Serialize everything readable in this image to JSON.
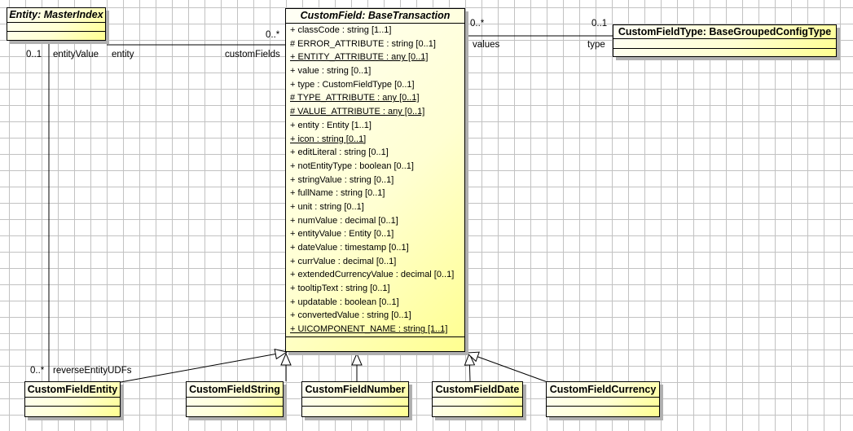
{
  "classes": {
    "entity": {
      "title": "Entity: MasterIndex"
    },
    "custom_field": {
      "title": "CustomField: BaseTransaction",
      "attributes": [
        {
          "text": "+ classCode : string [1..1]",
          "static": false
        },
        {
          "text": "# ERROR_ATTRIBUTE : string [0..1]",
          "static": false
        },
        {
          "text": "+ ENTITY_ATTRIBUTE : any [0..1]",
          "static": true
        },
        {
          "text": "+ value : string [0..1]",
          "static": false
        },
        {
          "text": "+ type : CustomFieldType [0..1]",
          "static": false
        },
        {
          "text": "# TYPE_ATTRIBUTE : any [0..1]",
          "static": true
        },
        {
          "text": "# VALUE_ATTRIBUTE : any [0..1]",
          "static": true
        },
        {
          "text": "+ entity : Entity [1..1]",
          "static": false
        },
        {
          "text": "+ icon : string [0..1]",
          "static": true
        },
        {
          "text": "+ editLiteral : string [0..1]",
          "static": false
        },
        {
          "text": "+ notEntityType : boolean [0..1]",
          "static": false
        },
        {
          "text": "+ stringValue : string [0..1]",
          "static": false
        },
        {
          "text": "+ fullName : string [0..1]",
          "static": false
        },
        {
          "text": "+ unit : string [0..1]",
          "static": false
        },
        {
          "text": "+ numValue : decimal [0..1]",
          "static": false
        },
        {
          "text": "+ entityValue : Entity [0..1]",
          "static": false
        },
        {
          "text": "+ dateValue : timestamp [0..1]",
          "static": false
        },
        {
          "text": "+ currValue : decimal [0..1]",
          "static": false
        },
        {
          "text": "+ extendedCurrencyValue : decimal [0..1]",
          "static": false
        },
        {
          "text": "+ tooltipText : string [0..1]",
          "static": false
        },
        {
          "text": "+ updatable : boolean [0..1]",
          "static": false
        },
        {
          "text": "+ convertedValue : string [0..1]",
          "static": false
        },
        {
          "text": "+ UICOMPONENT_NAME : string [1..1]",
          "static": true
        }
      ]
    },
    "custom_field_type": {
      "title": "CustomFieldType: BaseGroupedConfigType"
    },
    "custom_field_entity": {
      "title": "CustomFieldEntity"
    },
    "custom_field_string": {
      "title": "CustomFieldString"
    },
    "custom_field_number": {
      "title": "CustomFieldNumber"
    },
    "custom_field_date": {
      "title": "CustomFieldDate"
    },
    "custom_field_currency": {
      "title": "CustomFieldCurrency"
    }
  },
  "associations": {
    "entity_customfield": {
      "source_role": "entity",
      "target_role": "customFields",
      "target_mult": "0..*"
    },
    "entity_customfieldentity": {
      "source_mult": "0..1",
      "source_role": "entityValue",
      "target_mult": "0..*",
      "target_role": "reverseEntityUDFs"
    },
    "customfield_customfieldtype": {
      "source_mult": "0..*",
      "source_role": "values",
      "target_mult": "0..1",
      "target_role": "type"
    }
  },
  "colors": {
    "box_fill_light": "#fffff6",
    "box_fill_dark": "#ffff90",
    "box_border": "#000000",
    "box_shadow": "#b0b0b0",
    "grid_line": "#c2c2c2",
    "canvas_bg": "#ffffff"
  }
}
